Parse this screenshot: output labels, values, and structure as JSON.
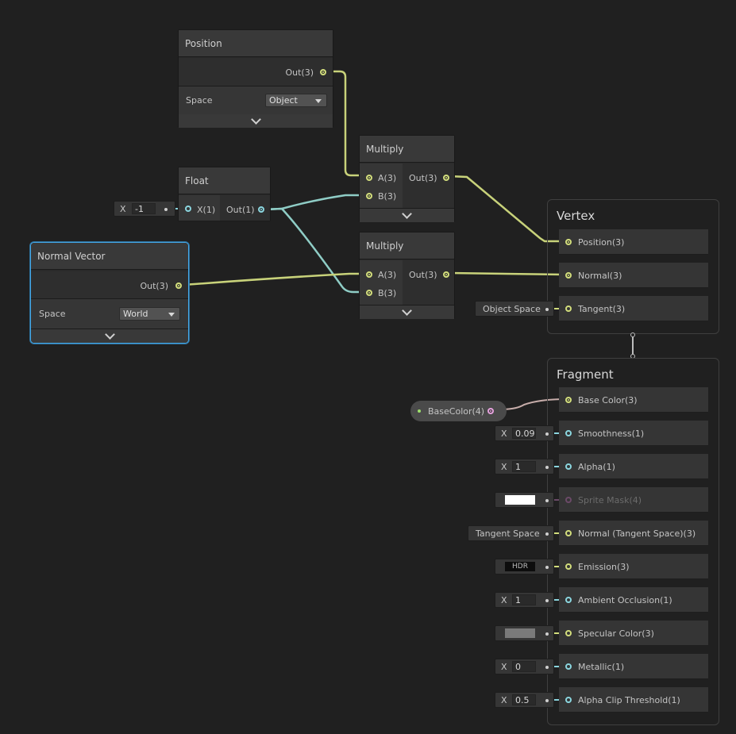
{
  "nodes": {
    "position": {
      "title": "Position",
      "out_label": "Out(3)",
      "space_label": "Space",
      "space_value": "Object"
    },
    "float": {
      "title": "Float",
      "in_label": "X(1)",
      "out_label": "Out(1)",
      "inline_x": "X",
      "inline_value": "-1"
    },
    "normal_vector": {
      "title": "Normal Vector",
      "out_label": "Out(3)",
      "space_label": "Space",
      "space_value": "World"
    },
    "multiply_1": {
      "title": "Multiply",
      "a_label": "A(3)",
      "b_label": "B(3)",
      "out_label": "Out(3)"
    },
    "multiply_2": {
      "title": "Multiply",
      "a_label": "A(3)",
      "b_label": "B(3)",
      "out_label": "Out(3)"
    }
  },
  "vertex": {
    "title": "Vertex",
    "slots": [
      {
        "label": "Position(3)"
      },
      {
        "label": "Normal(3)"
      },
      {
        "label": "Tangent(3)",
        "inline": "Object Space"
      }
    ]
  },
  "fragment": {
    "title": "Fragment",
    "base_color_property": "BaseColor(4)",
    "slots": [
      {
        "label": "Base Color(3)"
      },
      {
        "label": "Smoothness(1)",
        "x": "X",
        "value": "0.09"
      },
      {
        "label": "Alpha(1)",
        "x": "X",
        "value": "1"
      },
      {
        "label": "Sprite Mask(4)",
        "swatch": "#ffffff"
      },
      {
        "label": "Normal (Tangent Space)(3)",
        "inline": "Tangent Space"
      },
      {
        "label": "Emission(3)",
        "hdr": "HDR"
      },
      {
        "label": "Ambient Occlusion(1)",
        "x": "X",
        "value": "1"
      },
      {
        "label": "Specular Color(3)",
        "swatch": "#7a7a7a"
      },
      {
        "label": "Metallic(1)",
        "x": "X",
        "value": "0"
      },
      {
        "label": "Alpha Clip Threshold(1)",
        "x": "X",
        "value": "0.5"
      }
    ]
  },
  "colors": {
    "background": "#202020",
    "vector3": "#d2dd7c",
    "vector1": "#8bd6df",
    "vector4": "#e5a2dd",
    "selection": "#44a8e8"
  }
}
